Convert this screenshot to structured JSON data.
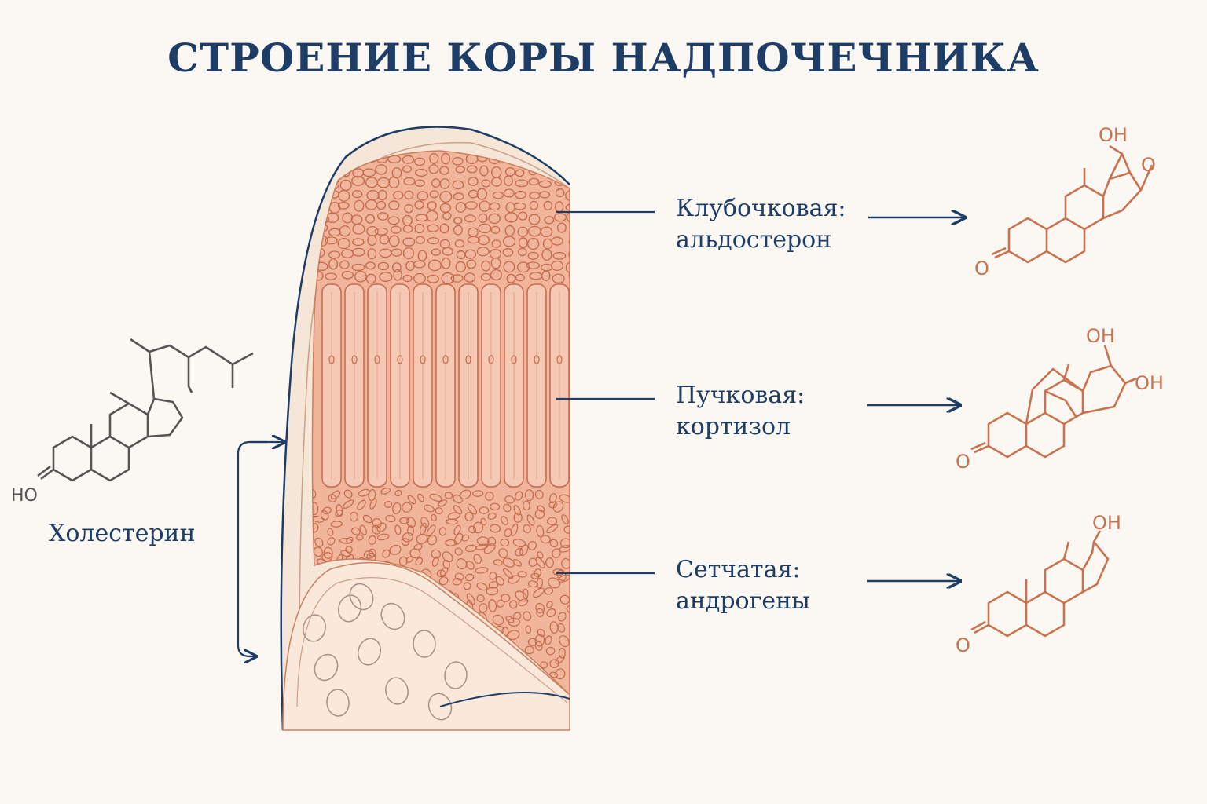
{
  "title": "СТРОЕНИЕ КОРЫ НАДПОЧЕЧНИКА",
  "cholesterol": {
    "label": "Холестерин",
    "group": "HO"
  },
  "zones": [
    {
      "line1": "Клубочковая:",
      "line2": "альдостерон",
      "groups": [
        "OH",
        "O",
        "O"
      ]
    },
    {
      "line1": "Пучковая:",
      "line2": "кортизол",
      "groups": [
        "OH",
        "OH",
        "O"
      ]
    },
    {
      "line1": "Сетчатая:",
      "line2": "андрогены",
      "groups": [
        "OH",
        "O"
      ]
    }
  ],
  "colors": {
    "navy": "#1d3d66",
    "cortex": "#f0b59b",
    "cell": "#c46a4c",
    "molecule_orange": "#c8734f",
    "molecule_gray": "#555555",
    "capsule": "#f6e6d8"
  }
}
